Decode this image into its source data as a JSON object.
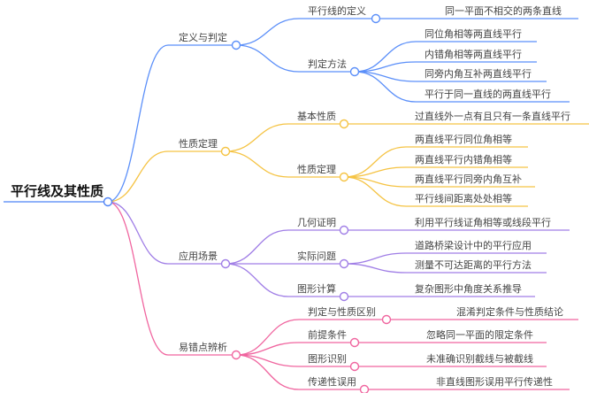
{
  "root": {
    "label": "平行线及其性质",
    "color": "#4e83f5"
  },
  "branches": [
    {
      "label": "定义与判定",
      "color": "#5b8ff9",
      "children": [
        {
          "label": "平行线的定义",
          "leaves": [
            "同一平面不相交的两条直线"
          ]
        },
        {
          "label": "判定方法",
          "leaves": [
            "同位角相等两直线平行",
            "内错角相等两直线平行",
            "同旁内角互补两直线平行",
            "平行于同一直线的两直线平行"
          ]
        }
      ]
    },
    {
      "label": "性质定理",
      "color": "#f5c343",
      "children": [
        {
          "label": "基本性质",
          "leaves": [
            "过直线外一点有且只有一条直线平行"
          ]
        },
        {
          "label": "性质定理",
          "leaves": [
            "两直线平行同位角相等",
            "两直线平行内错角相等",
            "两直线平行同旁内角互补",
            "平行线间距离处处相等"
          ]
        }
      ]
    },
    {
      "label": "应用场景",
      "color": "#a07ee6",
      "children": [
        {
          "label": "几何证明",
          "leaves": [
            "利用平行线证角相等或线段平行"
          ]
        },
        {
          "label": "实际问题",
          "leaves": [
            "道路桥梁设计中的平行应用",
            "测量不可达距离的平行方法"
          ]
        },
        {
          "label": "图形计算",
          "leaves": [
            "复杂图形中角度关系推导"
          ]
        }
      ]
    },
    {
      "label": "易错点辨析",
      "color": "#f0659f",
      "children": [
        {
          "label": "判定与性质区别",
          "leaves": [
            "混淆判定条件与性质结论"
          ]
        },
        {
          "label": "前提条件",
          "leaves": [
            "忽略同一平面的限定条件"
          ]
        },
        {
          "label": "图形识别",
          "leaves": [
            "未准确识别截线与被截线"
          ]
        },
        {
          "label": "传递性误用",
          "leaves": [
            "非直线图形误用平行传递性"
          ]
        }
      ]
    }
  ]
}
